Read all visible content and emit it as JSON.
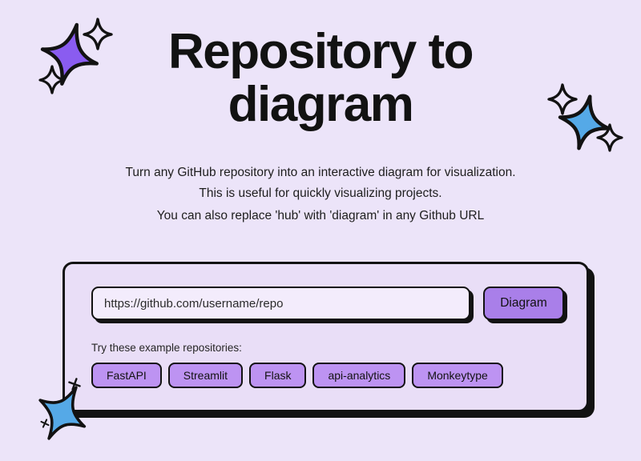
{
  "header": {
    "title_line1": "Repository to",
    "title_line2": "diagram"
  },
  "intro": {
    "line1": "Turn any GitHub repository into an interactive diagram for visualization.",
    "line2": "This is useful for quickly visualizing projects.",
    "line3": "You can also replace 'hub' with 'diagram' in any Github URL"
  },
  "form": {
    "input_value": "",
    "input_placeholder": "https://github.com/username/repo",
    "submit_label": "Diagram",
    "examples_label": "Try these example repositories:",
    "examples": [
      "FastAPI",
      "Streamlit",
      "Flask",
      "api-analytics",
      "Monkeytype"
    ]
  },
  "decor": {
    "sparkle_purple_color": "#8a5cf0",
    "sparkle_blue_color": "#55a9e7",
    "outline_color": "#121212",
    "page_background": "#ece4f9",
    "card_background": "#e9def7",
    "accent_button_color": "#a97fe9",
    "example_button_color": "#bd93f2"
  }
}
